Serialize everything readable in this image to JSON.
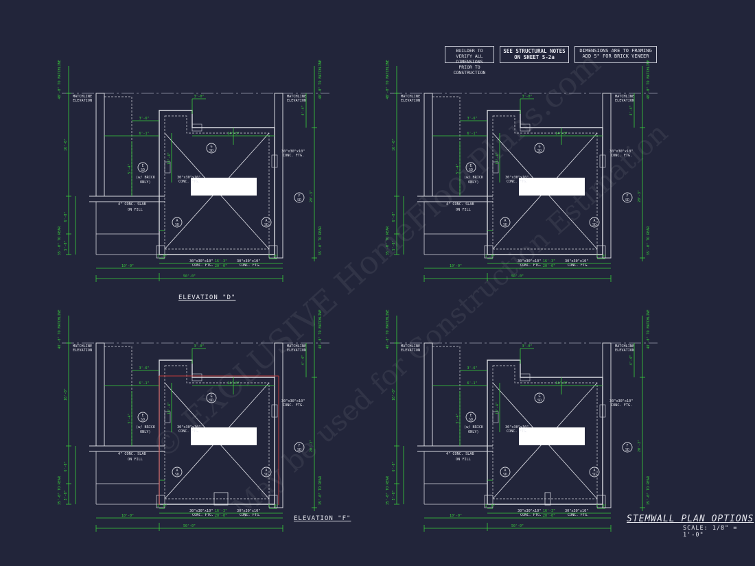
{
  "notes": {
    "builder": "BUILDER TO VERIFY ALL DIMENSIONS PRIOR TO CONSTRUCTION",
    "structural": "SEE STRUCTURAL NOTES ON SHEET S-2a",
    "framing": "DIMENSIONS ARE TO FRAMING ADD 5\" FOR BRICK VENEER"
  },
  "captions": {
    "elev_d": "ELEVATION \"D\"",
    "elev_f": "ELEVATION \"F\""
  },
  "sheet_title": "STEMWALL PLAN OPTIONS",
  "scale": "SCALE: 1/8\" = 1'-0\"",
  "watermark": {
    "line1": "© EXCLUSIVE HomeFloorPlans.com",
    "line2": "May be used for Construction Estimation"
  },
  "labels": {
    "matchline": "MATCHLINE",
    "elevation": "ELEVATION",
    "matchline_elev": "TO MATCHLINE",
    "slab": "4\" CONC. SLAB",
    "on_fill": "ON FILL",
    "brick": "(w/ BRICK",
    "only": "ONLY)",
    "ftg": "30\"x30\"x10\"",
    "conc_ftg": "CONC. FTG.",
    "rear": "TO REAR",
    "dim_50": "50'-0\"",
    "dim_10": "10'-0\"",
    "dim_20": "20'-0\"",
    "dim_16": "16'-3\"",
    "dim_14": "14'-8\"",
    "dim_20b": "20'-3\"",
    "dim_3": "3'-0\"",
    "dim_5": "5'-7\"",
    "dim_7": "7'-4\"",
    "dim_1": "1'-0\"",
    "dim_6": "6'-0\"",
    "dim_8": "8'-0\"",
    "tag_g": "G",
    "tag_e": "E",
    "tag_a": "A",
    "tag_f": "F",
    "tag_sd": "SD"
  },
  "colors": {
    "background": "#22253a",
    "line": "#d8d9e0",
    "dimension": "#39d13a",
    "highlight": "#c23a3a",
    "label_box": "#ffffff"
  }
}
